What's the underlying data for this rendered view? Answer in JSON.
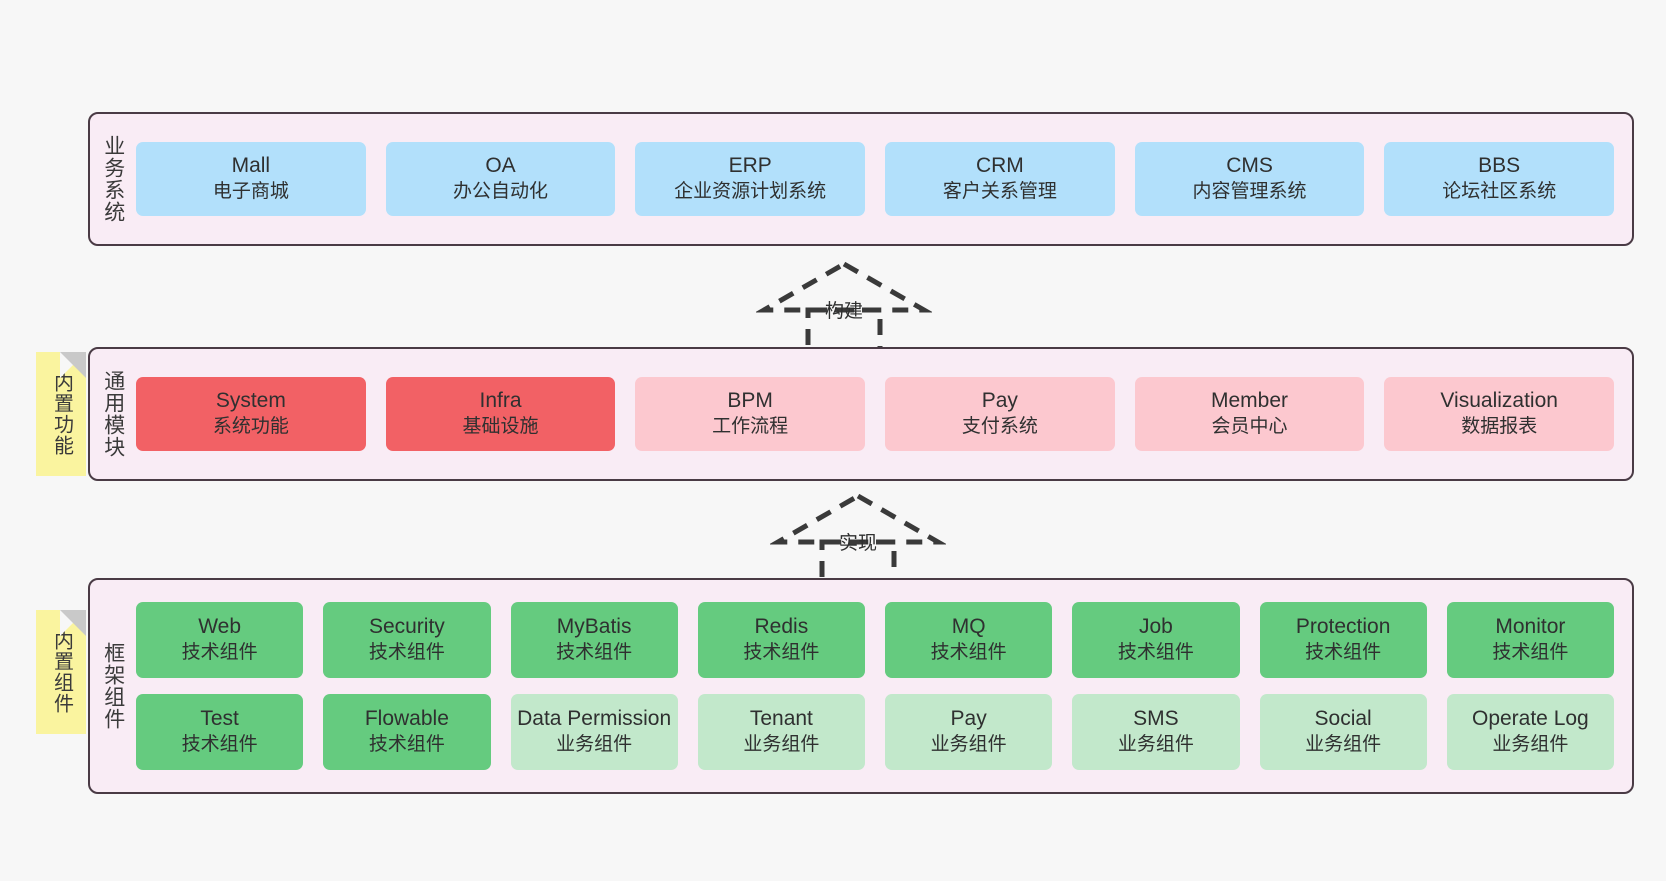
{
  "diagram": {
    "background_color": "#f7f7f7",
    "layer_fill": "#f9ecf5",
    "layer_border": "#4a3b45",
    "colors": {
      "blue": "#b2e0fb",
      "red": "#f26165",
      "pink": "#fcc8cf",
      "green": "#65cb7f",
      "light_green": "#c2e8cb",
      "sticky_yellow": "#faf49f",
      "sticky_fold": "#c9c9c9"
    }
  },
  "layers": [
    {
      "id": "business",
      "label": "业务系统",
      "rows": [
        {
          "cards": [
            {
              "en": "Mall",
              "cn": "电子商城",
              "color": "c-blue"
            },
            {
              "en": "OA",
              "cn": "办公自动化",
              "color": "c-blue"
            },
            {
              "en": "ERP",
              "cn": "企业资源计划系统",
              "color": "c-blue"
            },
            {
              "en": "CRM",
              "cn": "客户关系管理",
              "color": "c-blue"
            },
            {
              "en": "CMS",
              "cn": "内容管理系统",
              "color": "c-blue"
            },
            {
              "en": "BBS",
              "cn": "论坛社区系统",
              "color": "c-blue"
            }
          ]
        }
      ]
    },
    {
      "id": "modules",
      "label": "通用模块",
      "sticky": "内置功能",
      "rows": [
        {
          "cards": [
            {
              "en": "System",
              "cn": "系统功能",
              "color": "c-red"
            },
            {
              "en": "Infra",
              "cn": "基础设施",
              "color": "c-red"
            },
            {
              "en": "BPM",
              "cn": "工作流程",
              "color": "c-pink"
            },
            {
              "en": "Pay",
              "cn": "支付系统",
              "color": "c-pink"
            },
            {
              "en": "Member",
              "cn": "会员中心",
              "color": "c-pink"
            },
            {
              "en": "Visualization",
              "cn": "数据报表",
              "color": "c-pink"
            }
          ]
        }
      ]
    },
    {
      "id": "framework",
      "label": "框架组件",
      "sticky": "内置组件",
      "rows": [
        {
          "cards": [
            {
              "en": "Web",
              "cn": "技术组件",
              "color": "c-green"
            },
            {
              "en": "Security",
              "cn": "技术组件",
              "color": "c-green"
            },
            {
              "en": "MyBatis",
              "cn": "技术组件",
              "color": "c-green"
            },
            {
              "en": "Redis",
              "cn": "技术组件",
              "color": "c-green"
            },
            {
              "en": "MQ",
              "cn": "技术组件",
              "color": "c-green"
            },
            {
              "en": "Job",
              "cn": "技术组件",
              "color": "c-green"
            },
            {
              "en": "Protection",
              "cn": "技术组件",
              "color": "c-green"
            },
            {
              "en": "Monitor",
              "cn": "技术组件",
              "color": "c-green"
            }
          ]
        },
        {
          "cards": [
            {
              "en": "Test",
              "cn": "技术组件",
              "color": "c-green"
            },
            {
              "en": "Flowable",
              "cn": "技术组件",
              "color": "c-green"
            },
            {
              "en": "Data Permission",
              "cn": "业务组件",
              "color": "c-lightgreen"
            },
            {
              "en": "Tenant",
              "cn": "业务组件",
              "color": "c-lightgreen"
            },
            {
              "en": "Pay",
              "cn": "业务组件",
              "color": "c-lightgreen"
            },
            {
              "en": "SMS",
              "cn": "业务组件",
              "color": "c-lightgreen"
            },
            {
              "en": "Social",
              "cn": "业务组件",
              "color": "c-lightgreen"
            },
            {
              "en": "Operate Log",
              "cn": "业务组件",
              "color": "c-lightgreen"
            }
          ]
        }
      ]
    }
  ],
  "arrows": [
    {
      "id": "build",
      "label": "构建"
    },
    {
      "id": "implement",
      "label": "实现"
    }
  ]
}
